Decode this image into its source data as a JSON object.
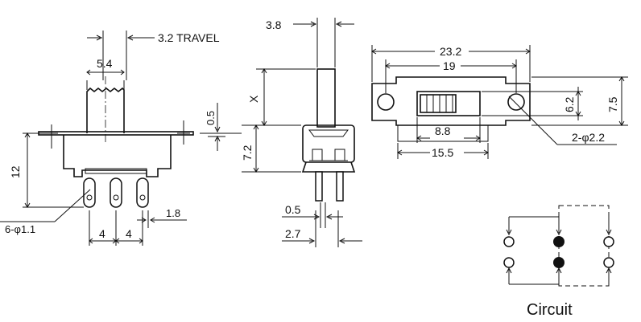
{
  "labels": {
    "travel": "3.2 TRAVEL",
    "actuator_width": "5.4",
    "total_height": "12",
    "pin_holes": "6-φ1.1",
    "pitch_1": "4",
    "pitch_2": "4",
    "pin_offset": "1.8",
    "actuator_thickness": "3.8",
    "actuator_height": "X",
    "flange_thickness": "0.5",
    "body_height": "7.2",
    "pin_thickness": "0.5",
    "pin_row_spacing": "2.7",
    "frame_length": "23.2",
    "hole_spacing": "19",
    "slot_height": "6.2",
    "frame_height": "7.5",
    "slot_length": "8.8",
    "body_length": "15.5",
    "mount_holes": "2-φ2.2",
    "circuit": "Circuit"
  }
}
